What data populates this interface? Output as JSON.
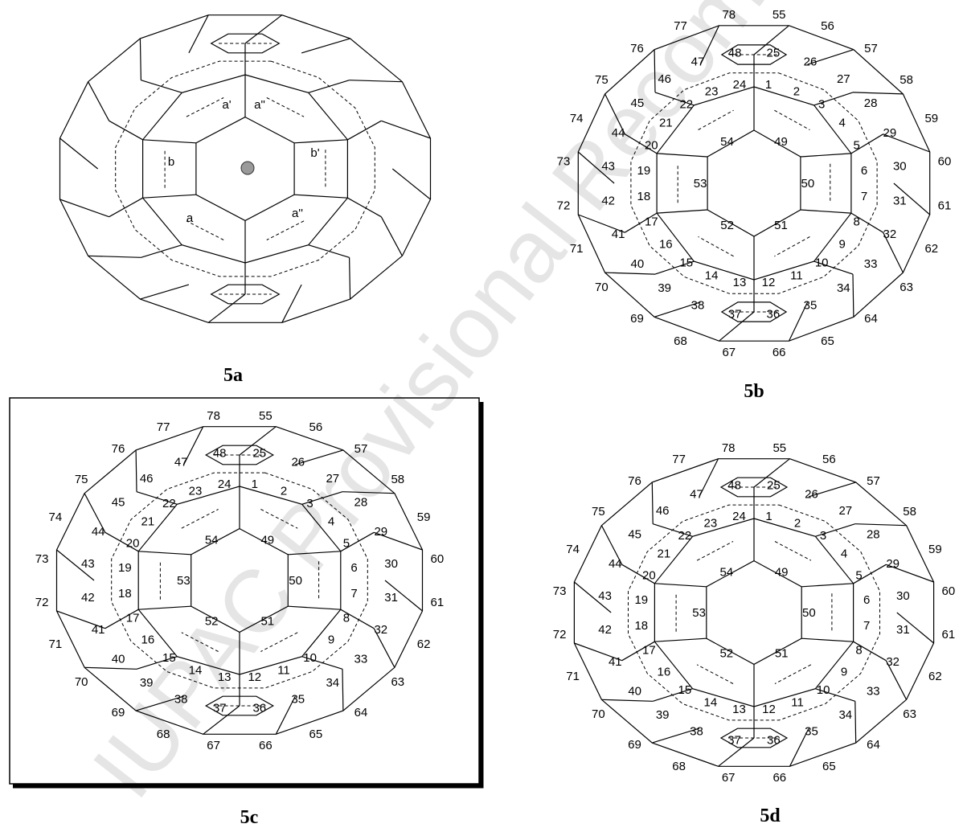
{
  "watermark": "IUPAC Provisional Recommendations",
  "panels": [
    {
      "id": "5a",
      "caption": "5a",
      "labels": [
        "a'",
        "a\"",
        "b",
        "b'",
        "a",
        "a''"
      ]
    },
    {
      "id": "5b",
      "caption": "5b",
      "labels": [
        "1",
        "2",
        "3",
        "4",
        "5",
        "6",
        "7",
        "8",
        "9",
        "10",
        "11",
        "12",
        "13",
        "14",
        "15",
        "16",
        "17",
        "18",
        "19",
        "20",
        "21",
        "22",
        "23",
        "24",
        "25",
        "26",
        "27",
        "28",
        "29",
        "30",
        "31",
        "32",
        "33",
        "34",
        "35",
        "36",
        "37",
        "38",
        "39",
        "40",
        "41",
        "42",
        "43",
        "44",
        "45",
        "46",
        "47",
        "48",
        "49",
        "50",
        "51",
        "52",
        "53",
        "54",
        "55",
        "56",
        "57",
        "58",
        "59",
        "60",
        "61",
        "62",
        "63",
        "64",
        "65",
        "66",
        "67",
        "68",
        "69",
        "70",
        "71",
        "72",
        "73",
        "74",
        "75",
        "76",
        "77",
        "78"
      ]
    },
    {
      "id": "5c",
      "caption": "5c",
      "labels": [
        "1",
        "2",
        "3",
        "4",
        "5",
        "6",
        "7",
        "8",
        "9",
        "10",
        "11",
        "12",
        "13",
        "14",
        "15",
        "16",
        "17",
        "18",
        "19",
        "20",
        "21",
        "22",
        "23",
        "24",
        "25",
        "26",
        "27",
        "28",
        "29",
        "30",
        "31",
        "32",
        "33",
        "34",
        "35",
        "36",
        "37",
        "38",
        "39",
        "40",
        "41",
        "42",
        "43",
        "44",
        "45",
        "46",
        "47",
        "48",
        "49",
        "50",
        "51",
        "52",
        "53",
        "54",
        "55",
        "56",
        "57",
        "58",
        "59",
        "60",
        "61",
        "62",
        "63",
        "64",
        "65",
        "66",
        "67",
        "68",
        "69",
        "70",
        "71",
        "72",
        "73",
        "74",
        "75",
        "76",
        "77",
        "78"
      ]
    },
    {
      "id": "5d",
      "caption": "5d",
      "labels": [
        "1",
        "2",
        "3",
        "4",
        "5",
        "6",
        "7",
        "8",
        "9",
        "10",
        "11",
        "12",
        "13",
        "14",
        "15",
        "16",
        "17",
        "18",
        "19",
        "20",
        "21",
        "22",
        "23",
        "24",
        "25",
        "26",
        "27",
        "28",
        "29",
        "30",
        "31",
        "32",
        "33",
        "34",
        "35",
        "36",
        "37",
        "38",
        "39",
        "40",
        "41",
        "42",
        "43",
        "44",
        "45",
        "46",
        "47",
        "48",
        "49",
        "50",
        "51",
        "52",
        "53",
        "54",
        "55",
        "56",
        "57",
        "58",
        "59",
        "60",
        "61",
        "62",
        "63",
        "64",
        "65",
        "66",
        "67",
        "68",
        "69",
        "70",
        "71",
        "72",
        "73",
        "74",
        "75",
        "76",
        "77",
        "78"
      ]
    }
  ]
}
